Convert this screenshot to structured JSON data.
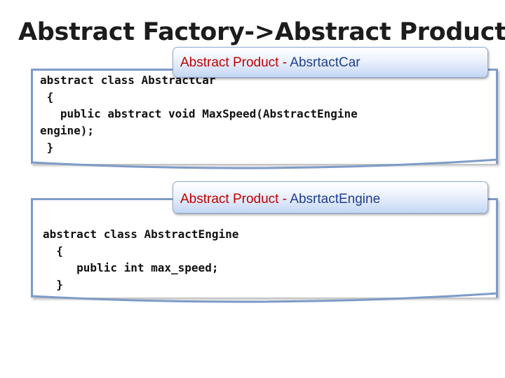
{
  "title": "Abstract Factory->Abstract Product",
  "blocks": [
    {
      "label_prefix": "Abstract Product - ",
      "label_name": "AbsrtactCar",
      "code": "abstract class AbstractCar\n {\n   public abstract void MaxSpeed(AbstractEngine\nengine);\n }"
    },
    {
      "label_prefix": "Abstract Product - ",
      "label_name": "AbsrtactEngine",
      "code": "abstract class AbstractEngine\n  {\n     public int max_speed;\n  }"
    }
  ]
}
